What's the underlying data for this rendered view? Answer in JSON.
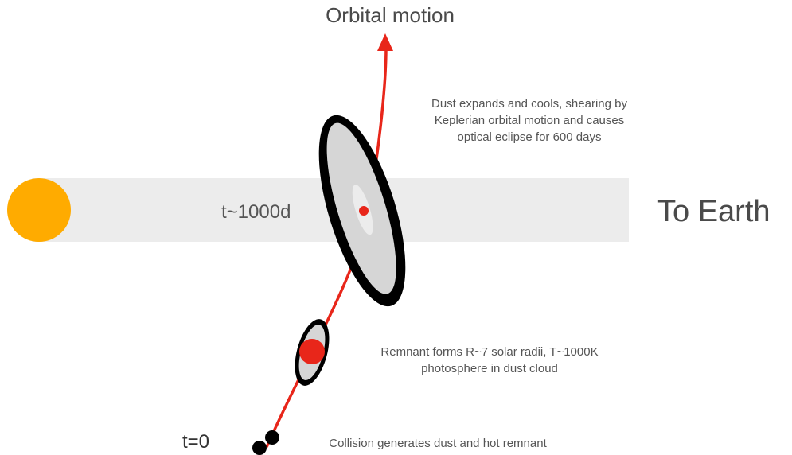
{
  "title": "Orbital motion",
  "earth_label": "To Earth",
  "time_labels": {
    "late": "t~1000d",
    "start": "t=0"
  },
  "captions": {
    "expand": [
      "Dust expands and cools, shearing by",
      "Keplerian orbital motion and causes",
      "optical eclipse for 600 days"
    ],
    "remnant": [
      "Remnant forms R~7 solar radii, T~1000K",
      "photosphere in dust cloud"
    ],
    "collision": [
      "Collision generates dust and hot remnant"
    ]
  },
  "colors": {
    "star": "#ffab00",
    "sightline": "#ececec",
    "orbit": "#e8261a",
    "remnant": "#e8261a",
    "dust_rim": "#000000",
    "dust_fill": "#d6d6d6",
    "text": "#555555"
  }
}
